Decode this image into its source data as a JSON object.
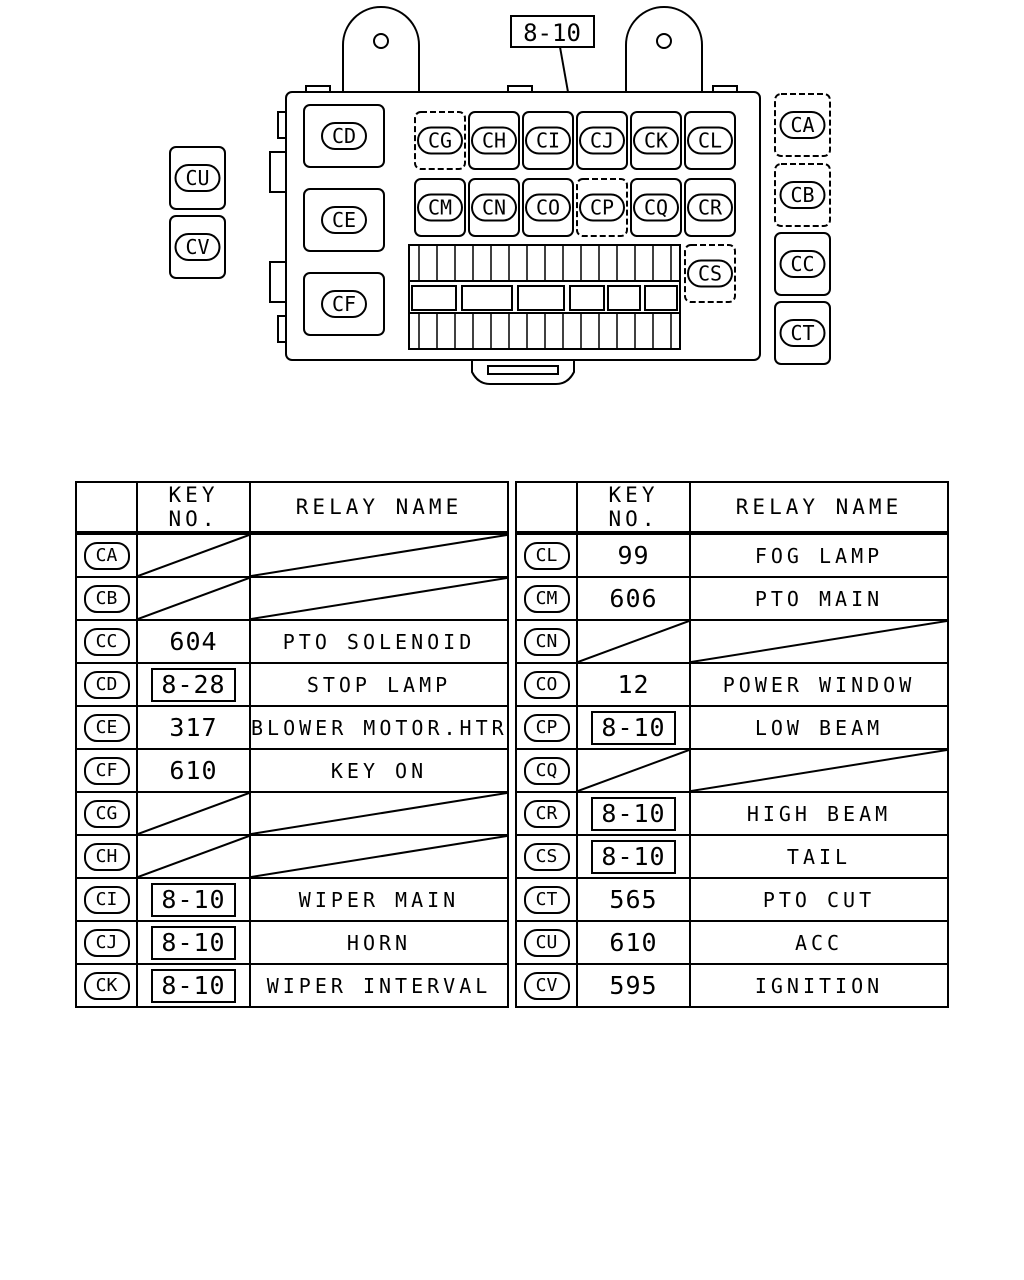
{
  "diagram": {
    "callout": "8-10",
    "positions": [
      "CA",
      "CB",
      "CC",
      "CT",
      "CD",
      "CE",
      "CF",
      "CG",
      "CH",
      "CI",
      "CJ",
      "CK",
      "CL",
      "CM",
      "CN",
      "CO",
      "CP",
      "CQ",
      "CR",
      "CS",
      "CU",
      "CV"
    ]
  },
  "table": {
    "header": {
      "key": "KEY NO.",
      "name": "RELAY NAME"
    },
    "left": [
      {
        "id": "CA",
        "key": "",
        "name": "",
        "blank": true,
        "boxed": false
      },
      {
        "id": "CB",
        "key": "",
        "name": "",
        "blank": true,
        "boxed": false
      },
      {
        "id": "CC",
        "key": "604",
        "name": "PTO SOLENOID",
        "blank": false,
        "boxed": false
      },
      {
        "id": "CD",
        "key": "8-28",
        "name": "STOP LAMP",
        "blank": false,
        "boxed": true
      },
      {
        "id": "CE",
        "key": "317",
        "name": "BLOWER MOTOR.HTR",
        "blank": false,
        "boxed": false
      },
      {
        "id": "CF",
        "key": "610",
        "name": "KEY ON",
        "blank": false,
        "boxed": false
      },
      {
        "id": "CG",
        "key": "",
        "name": "",
        "blank": true,
        "boxed": false
      },
      {
        "id": "CH",
        "key": "",
        "name": "",
        "blank": true,
        "boxed": false
      },
      {
        "id": "CI",
        "key": "8-10",
        "name": "WIPER MAIN",
        "blank": false,
        "boxed": true
      },
      {
        "id": "CJ",
        "key": "8-10",
        "name": "HORN",
        "blank": false,
        "boxed": true
      },
      {
        "id": "CK",
        "key": "8-10",
        "name": "WIPER INTERVAL",
        "blank": false,
        "boxed": true
      }
    ],
    "right": [
      {
        "id": "CL",
        "key": "99",
        "name": "FOG LAMP",
        "blank": false,
        "boxed": false
      },
      {
        "id": "CM",
        "key": "606",
        "name": "PTO MAIN",
        "blank": false,
        "boxed": false
      },
      {
        "id": "CN",
        "key": "",
        "name": "",
        "blank": true,
        "boxed": false
      },
      {
        "id": "CO",
        "key": "12",
        "name": "POWER WINDOW",
        "blank": false,
        "boxed": false
      },
      {
        "id": "CP",
        "key": "8-10",
        "name": "LOW BEAM",
        "blank": false,
        "boxed": true
      },
      {
        "id": "CQ",
        "key": "",
        "name": "",
        "blank": true,
        "boxed": false
      },
      {
        "id": "CR",
        "key": "8-10",
        "name": "HIGH BEAM",
        "blank": false,
        "boxed": true
      },
      {
        "id": "CS",
        "key": "8-10",
        "name": "TAIL",
        "blank": false,
        "boxed": true
      },
      {
        "id": "CT",
        "key": "565",
        "name": "PTO CUT",
        "blank": false,
        "boxed": false
      },
      {
        "id": "CU",
        "key": "610",
        "name": "ACC",
        "blank": false,
        "boxed": false
      },
      {
        "id": "CV",
        "key": "595",
        "name": "IGNITION",
        "blank": false,
        "boxed": false
      }
    ]
  }
}
